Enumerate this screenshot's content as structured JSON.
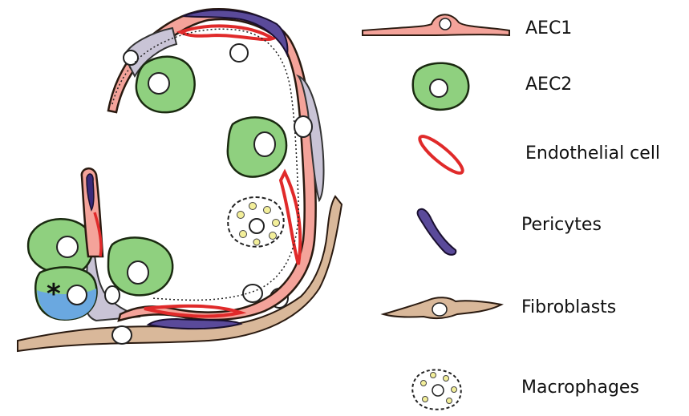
{
  "legend": {
    "items": [
      {
        "id": "aec1",
        "label": "AEC1",
        "icon": "aec1-cell-icon"
      },
      {
        "id": "aec2",
        "label": "AEC2",
        "icon": "aec2-cell-icon"
      },
      {
        "id": "endothelial",
        "label": "Endothelial cell",
        "icon": "endothelial-cell-icon"
      },
      {
        "id": "pericytes",
        "label": "Pericytes",
        "icon": "pericyte-icon"
      },
      {
        "id": "fibroblasts",
        "label": "Fibroblasts",
        "icon": "fibroblast-icon"
      },
      {
        "id": "macrophages",
        "label": "Macrophages",
        "icon": "macrophage-icon"
      }
    ]
  },
  "annotations": {
    "asterisk": "*"
  },
  "colors": {
    "aec1": "#f4a39a",
    "aec2": "#8fd07f",
    "endothelial": "#e02a2a",
    "pericyte": "#5a4a9a",
    "fibroblast": "#d9b89a",
    "macrophage_dots": "#f3ef9a",
    "interstitium": "#c9c4d6",
    "highlight_cell": "#6aa8e0"
  }
}
